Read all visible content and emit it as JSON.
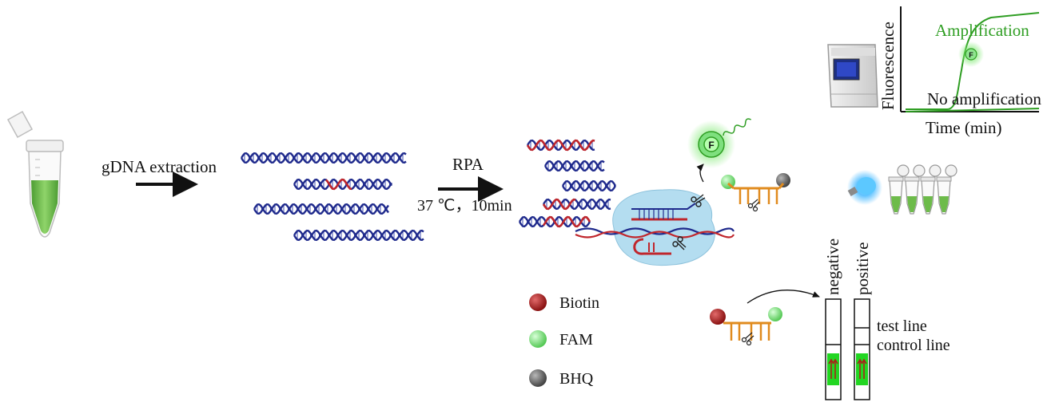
{
  "steps": {
    "extraction_label": "gDNA extraction",
    "rpa_label": "RPA",
    "rpa_condition": "37 ℃，10min"
  },
  "legend": {
    "items": [
      {
        "label": "Biotin",
        "color": "#a31f1f"
      },
      {
        "label": "FAM",
        "color": "#7ee07e"
      },
      {
        "label": "BHQ",
        "color": "#6b6b6b"
      }
    ]
  },
  "fluorescence_plot": {
    "ylabel": "Fluorescence",
    "xlabel": "Time (min)",
    "curve_amplification": "Amplification",
    "curve_no_amplification": "No amplification",
    "fluor_badge": "F"
  },
  "lateral_flow": {
    "strip_negative": "negative",
    "strip_positive": "positive",
    "test_line": "test line",
    "control_line": "control line"
  },
  "colors": {
    "dna_blue": "#1f2a8c",
    "dna_red": "#c0262c",
    "fam_green": "#7ee07e",
    "fluor_green": "#2f9e23",
    "probe_orange": "#e08b1e",
    "glow_blue": "#3fb6ff",
    "sample_green": "#6dbb4a"
  }
}
